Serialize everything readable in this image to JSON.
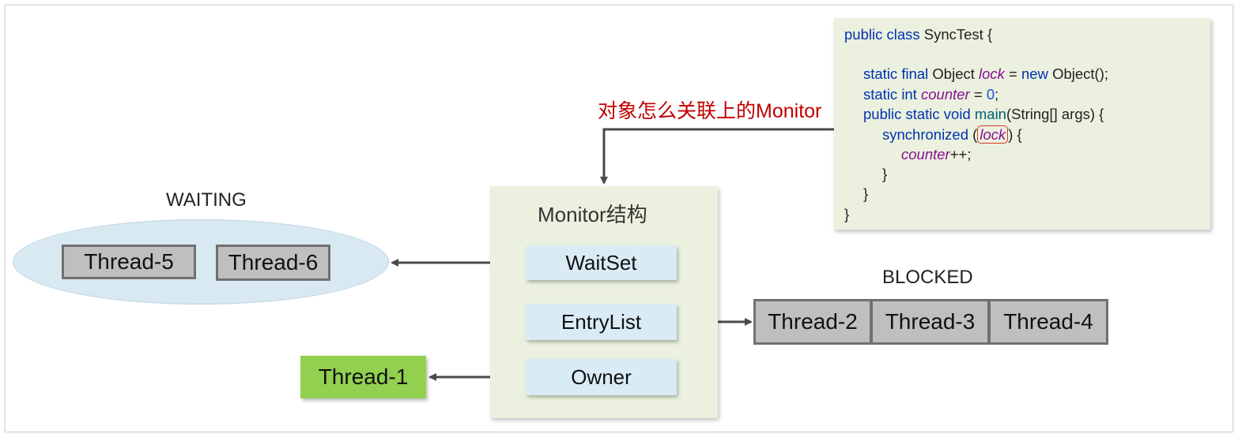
{
  "waiting_label": "WAITING",
  "blocked_label": "BLOCKED",
  "annotation": "对象怎么关联上的Monitor",
  "monitor": {
    "title": "Monitor结构",
    "items": [
      "WaitSet",
      "EntryList",
      "Owner"
    ]
  },
  "waiting_threads": [
    "Thread-5",
    "Thread-6"
  ],
  "blocked_threads": [
    "Thread-2",
    "Thread-3",
    "Thread-4"
  ],
  "owner_thread": "Thread-1",
  "code": {
    "l1_kw": "public class ",
    "l1_rest": "SyncTest {",
    "l2_kw": "static final ",
    "l2_type": "Object ",
    "l2_field": "lock",
    "l2_eq": " = ",
    "l2_new": "new ",
    "l2_rest": "Object();",
    "l3_kw": "static int ",
    "l3_field": "counter",
    "l3_eq": " = ",
    "l3_num": "0",
    "l3_end": ";",
    "l4_kw": "public static void ",
    "l4_fn": "main",
    "l4_rest": "(String[] args) {",
    "l5_kw": "synchronized ",
    "l5_open": "(",
    "l5_lock": "lock",
    "l5_close": ") {",
    "l6_field": "counter",
    "l6_rest": "++;",
    "l7": "}",
    "l8": "}",
    "l9": "}"
  },
  "colors": {
    "arrow": "#4a4a4a",
    "annotation": "#c00000",
    "owner_thread": "#92d050",
    "monitor_bg": "#ebf1de",
    "item_bg": "#d9ecf5"
  }
}
